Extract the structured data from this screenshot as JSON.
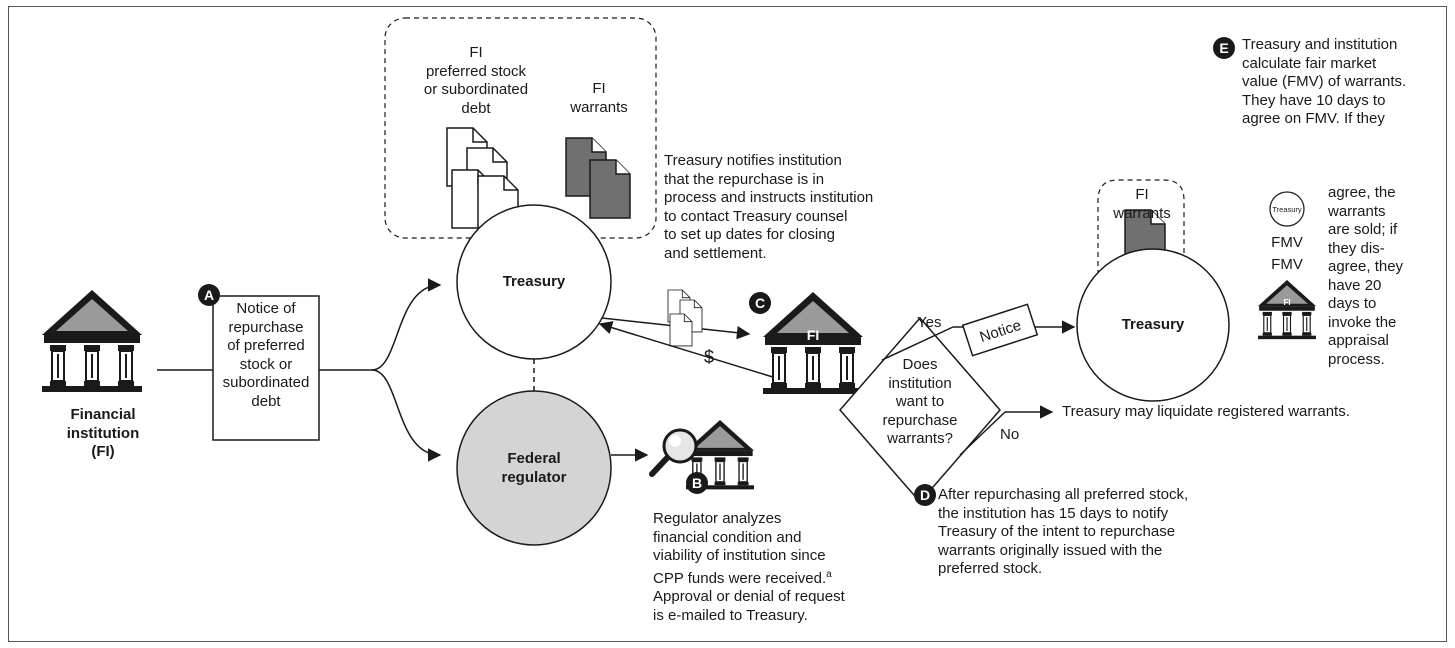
{
  "institution": {
    "label": "Financial\ninstitution\n(FI)"
  },
  "notice_box": {
    "text": "Notice of\nrepurchase\nof preferred\nstock or\nsubordinated\ndebt"
  },
  "securities_group": {
    "preferred_label": "FI\npreferred stock\nor subordinated\ndebt",
    "warrants_label": "FI\nwarrants"
  },
  "treasury_left": {
    "label": "Treasury"
  },
  "regulator": {
    "label": "Federal\nregulator"
  },
  "treasury_notice_text": "Treasury notifies institution\nthat the repurchase is in\nprocess and instructs institution\nto contact Treasury counsel\nto set up dates for closing\nand settlement.",
  "payment_label": "$",
  "fi_bank_badge": "FI",
  "decision": {
    "question": "Does\ninstitution\nwant to\nrepurchase\nwarrants?",
    "yes": "Yes",
    "no": "No"
  },
  "notice_tag": "Notice",
  "liquidate_text": "Treasury may liquidate registered warrants.",
  "treasury_right": {
    "label": "Treasury"
  },
  "warrants_right_label": "FI\nwarrants",
  "markers": {
    "a": "A",
    "b": "B",
    "c": "C",
    "d": "D",
    "e": "E"
  },
  "step_b": {
    "text_main": "Regulator analyzes\nfinancial condition and\nviability of institution since\nCPP funds were received.",
    "footnote_mark": "a",
    "text_tail": "Approval or denial of request\nis e-mailed to Treasury."
  },
  "step_d": {
    "text": "After repurchasing all preferred stock,\nthe institution has 15 days to notify\nTreasury of the intent to repurchase\nwarrants originally issued with the\npreferred stock."
  },
  "step_e": {
    "text_top": "Treasury and institution\ncalculate fair market\nvalue (FMV) of warrants.\nThey have 10 days to\nagree on FMV. If they",
    "text_side": "agree, the\nwarrants\nare sold; if\nthey dis-\nagree, they\nhave 20\ndays to\ninvoke the\nappraisal\nprocess.",
    "mini_treasury": "Treasury",
    "fmv_1": "FMV",
    "fmv_2": "FMV"
  },
  "colors": {
    "ink": "#1a1a1a",
    "regulator_fill": "#d4d4d4",
    "document_dark": "#707070",
    "roof_grey": "#9a9a9a"
  },
  "icons": [
    "bank-building-icon",
    "document-stack-icon",
    "magnifier-icon",
    "warrant-document-icon"
  ]
}
